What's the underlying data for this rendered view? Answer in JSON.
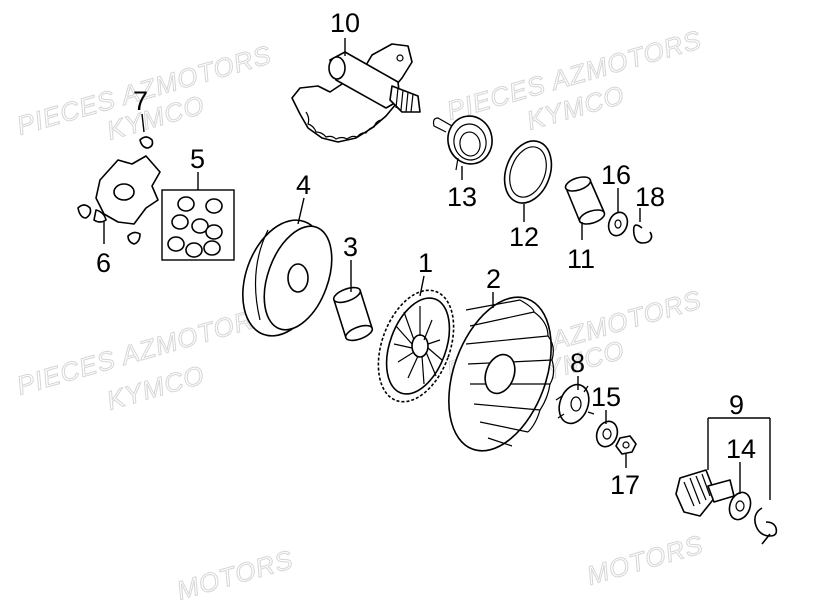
{
  "watermark": {
    "brand_line": "PIECES AZMOTORS",
    "make_line": "KYMCO",
    "partial_line": "MOTORS"
  },
  "labels": [
    "10",
    "7",
    "5",
    "4",
    "3",
    "1",
    "2",
    "13",
    "12",
    "16",
    "18",
    "11",
    "6",
    "8",
    "15",
    "9",
    "14",
    "17"
  ]
}
